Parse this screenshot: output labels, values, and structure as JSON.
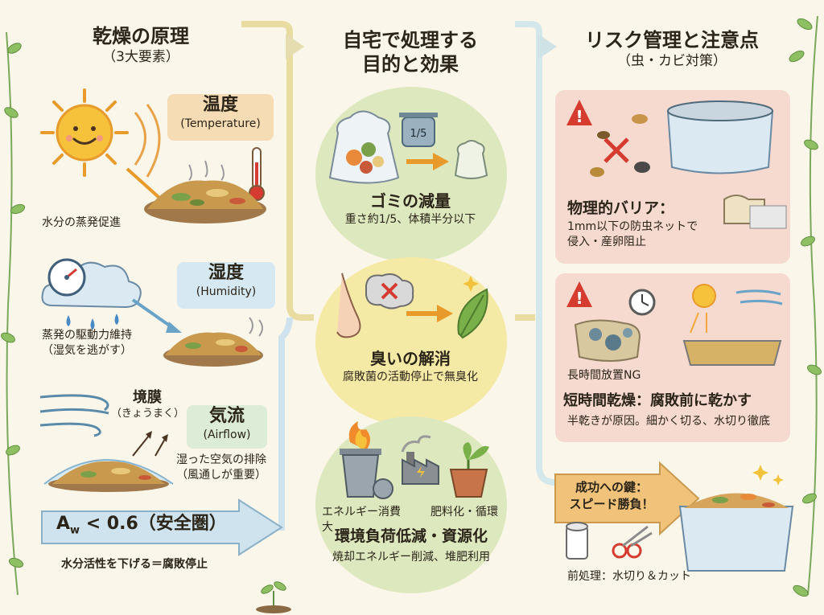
{
  "col1": {
    "title": "乾燥の原理",
    "subtitle": "（3大要素）",
    "temperature": {
      "jp": "温度",
      "en": "(Temperature)",
      "note": "水分の蒸発促進"
    },
    "humidity": {
      "jp": "湿度",
      "en": "(Humidity)",
      "note1": "蒸発の駆動力維持",
      "note2": "（湿気を逃がす）"
    },
    "boundary": {
      "jp": "境膜",
      "reading": "（きょうまく）"
    },
    "airflow": {
      "jp": "気流",
      "en": "(Airflow)",
      "note1": "湿った空気の排除",
      "note2": "（風通しが重要）"
    },
    "aw": {
      "prefix": "A",
      "sub": "w",
      "text": " < 0.6（安全圏）"
    },
    "aw_note": "水分活性を下げる＝腐敗停止"
  },
  "col2": {
    "title1": "自宅で処理する",
    "title2": "目的と効果",
    "scale_label": "1/5",
    "waste": {
      "title": "ゴミの減量",
      "note": "重さ約1/5、体積半分以下"
    },
    "odor": {
      "title": "臭いの解消",
      "note": "腐敗菌の活動停止で無臭化"
    },
    "env": {
      "label_left": "エネルギー消費大",
      "label_right": "肥料化・循環",
      "title": "環境負荷低減・資源化",
      "note": "焼却エネルギー削減、堆肥利用"
    }
  },
  "col3": {
    "title": "リスク管理と注意点",
    "subtitle": "（虫・カビ対策）",
    "barrier": {
      "title": "物理的バリア：",
      "note1": "1mm以下の防虫ネットで",
      "note2": "侵入・産卵阻止"
    },
    "mold": {
      "label": "長時間放置NG",
      "title": "短時間乾燥：腐敗前に乾かす",
      "note": "半乾きが原因。細かく切る、水切り徹底"
    },
    "key": {
      "line1": "成功への鍵：",
      "line2": "スピード勝負！"
    },
    "prep": "前処理：水切り＆カット"
  },
  "colors": {
    "temp_bg": "#f6dcb4",
    "humid_bg": "#d6e8f2",
    "air_bg": "#dcecd6",
    "circle_green": "#dde8bf",
    "circle_yellow": "#f5e9a6",
    "risk_bg": "#f6d9cf",
    "arrow_orange": "#f0c27a",
    "arrow_blue": "#cfe3ee",
    "warning_red": "#d63b2f"
  }
}
